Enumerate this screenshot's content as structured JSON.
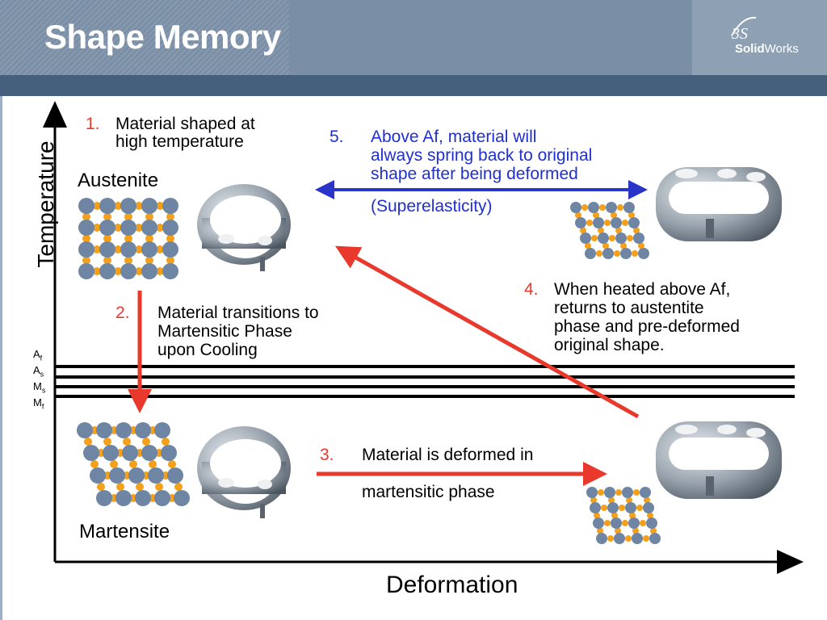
{
  "slide": {
    "title": "Shape Memory",
    "logo": {
      "mark": "3S",
      "brand_bold": "Solid",
      "brand_regular": "Works"
    }
  },
  "axes": {
    "y_label": "Temperature",
    "x_label": "Deformation",
    "transition_temps": [
      {
        "base": "A",
        "sub": "f"
      },
      {
        "base": "A",
        "sub": "s"
      },
      {
        "base": "M",
        "sub": "s"
      },
      {
        "base": "M",
        "sub": "f"
      }
    ]
  },
  "phases": {
    "austenite": "Austenite",
    "martensite": "Martensite"
  },
  "steps": [
    {
      "num": "1.",
      "lines": [
        "Material shaped at",
        "high temperature"
      ]
    },
    {
      "num": "2.",
      "lines": [
        "Material transitions to",
        "Martensitic Phase",
        "upon Cooling"
      ]
    },
    {
      "num": "3.",
      "lines": [
        "Material is deformed in",
        "martensitic phase"
      ]
    },
    {
      "num": "4.",
      "lines": [
        "When heated above Af,",
        "returns to austentite",
        "phase and pre-deformed",
        "original shape."
      ]
    },
    {
      "num": "5.",
      "lines": [
        "Above Af, material will",
        "always spring back to original",
        "shape after being deformed",
        "(Superelasticity)"
      ]
    }
  ],
  "colors": {
    "atom_large": "#6e85a3",
    "atom_small": "#f5a01a",
    "arrow_red": "#e8392c",
    "arrow_blue": "#2b34c8",
    "header": "#7a8fa6",
    "header_bar": "#45607d"
  },
  "icons": [
    "stent-ring-icon",
    "stent-ring-deformed-icon",
    "lattice-icon"
  ]
}
